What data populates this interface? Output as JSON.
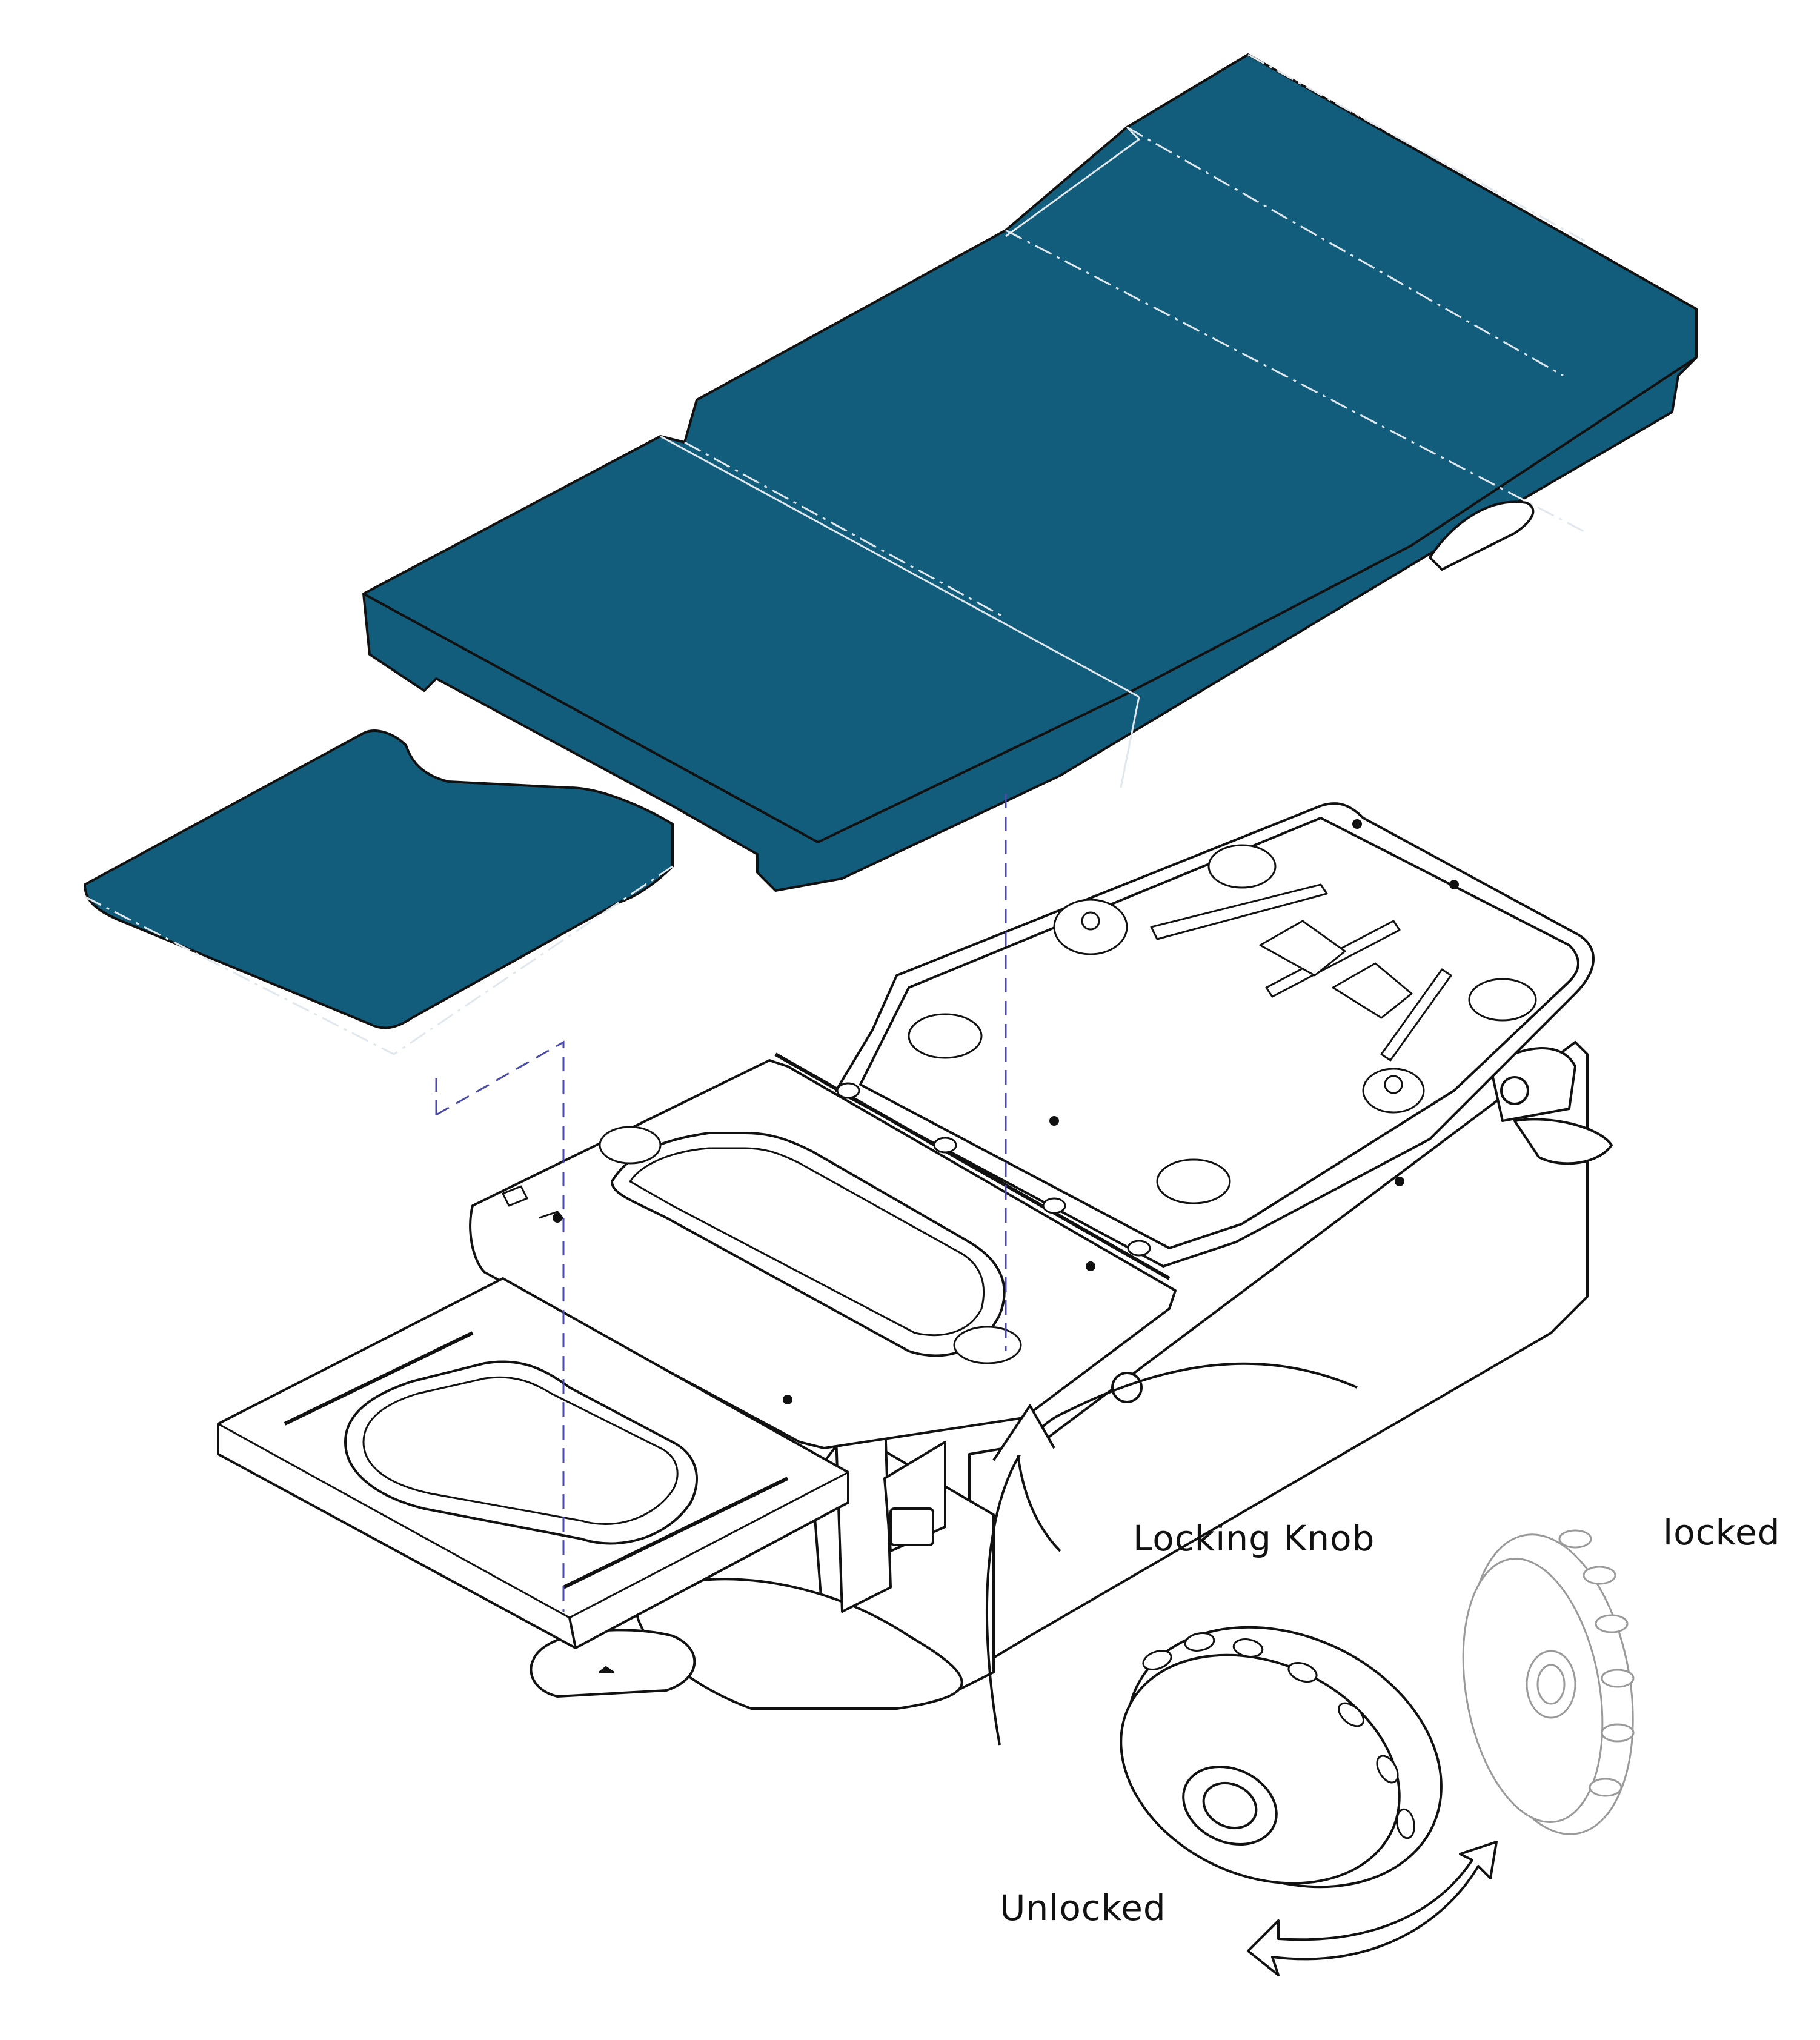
{
  "labels": {
    "locking_knob": "Locking Knob",
    "locked": "locked",
    "unlocked": "Unlocked"
  },
  "colors": {
    "cushion": "#125d7b",
    "line": "#111111",
    "guide": "#4a4aa8",
    "ghost": "#9a9a9a",
    "background": "#ffffff"
  },
  "icons": {
    "rotation_arrow": "curved-arrow-icon",
    "callout_arrow": "callout-arrow-icon"
  }
}
